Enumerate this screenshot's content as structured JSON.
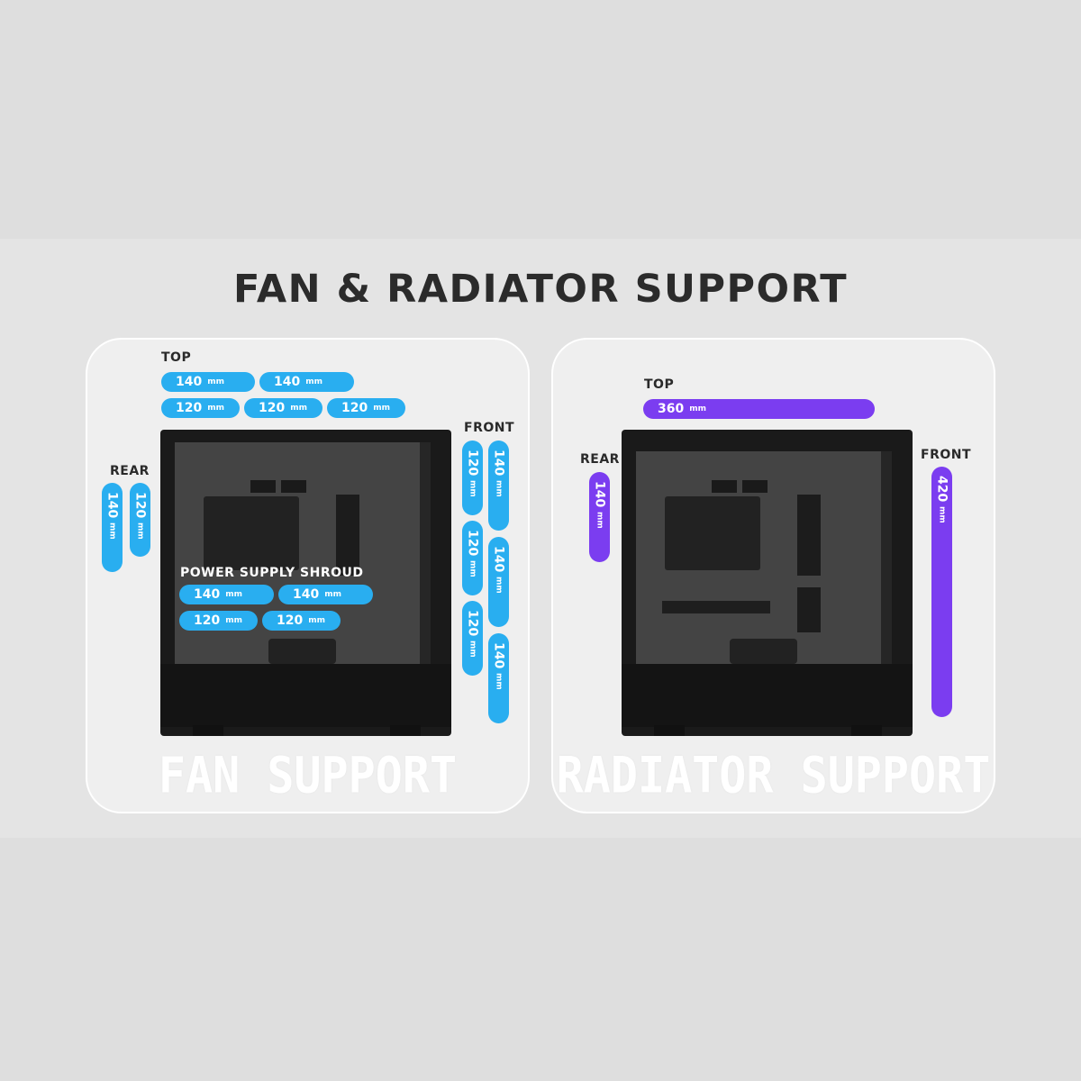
{
  "title": "FAN & RADIATOR SUPPORT",
  "fan_panel": {
    "label": "FAN SUPPORT",
    "top": {
      "label": "TOP",
      "row1": [
        "140",
        "140"
      ],
      "row2": [
        "120",
        "120",
        "120"
      ]
    },
    "rear": {
      "label": "REAR",
      "items": [
        "140",
        "120"
      ]
    },
    "front": {
      "label": "FRONT",
      "col1": [
        "120",
        "120",
        "120"
      ],
      "col2": [
        "140",
        "140",
        "140"
      ]
    },
    "psu": {
      "label": "POWER SUPPLY SHROUD",
      "row1": [
        "140",
        "140"
      ],
      "row2": [
        "120",
        "120"
      ]
    }
  },
  "radiator_panel": {
    "label": "RADIATOR SUPPORT",
    "top": {
      "label": "TOP",
      "value": "360"
    },
    "rear": {
      "label": "REAR",
      "value": "140"
    },
    "front": {
      "label": "FRONT",
      "value": "420"
    }
  },
  "unit": "mm",
  "colors": {
    "fan_pill": "#29aef0",
    "radiator_pill": "#7b3df0",
    "case": "#1a1a1a"
  }
}
